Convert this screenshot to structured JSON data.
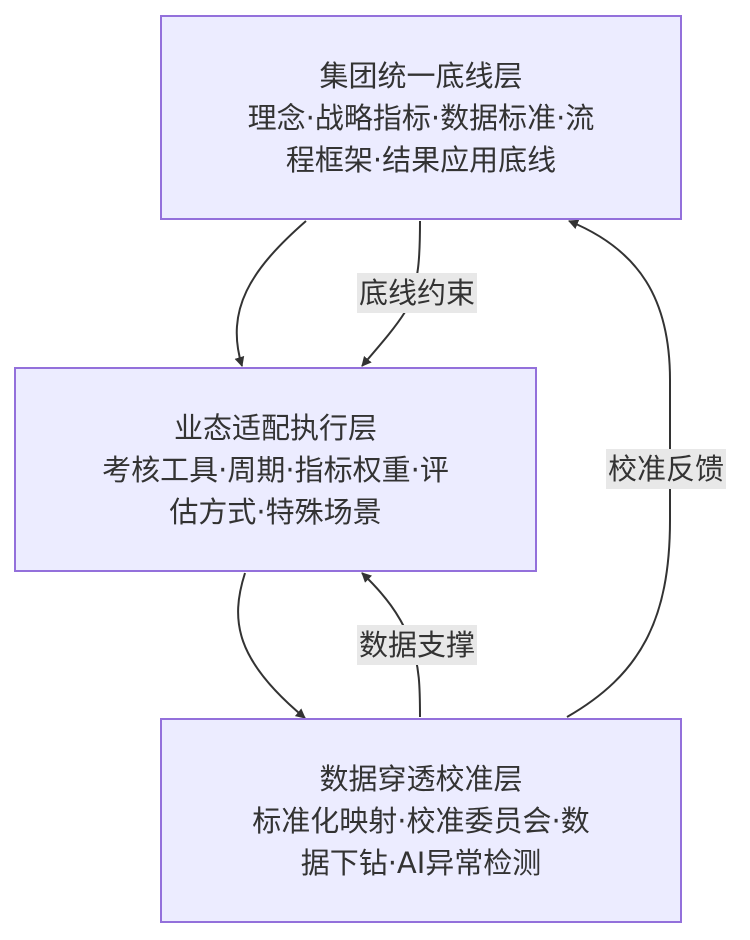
{
  "nodes": {
    "top": {
      "lines": [
        "集团统一底线层",
        "理念·战略指标·数据标准·流",
        "程框架·结果应用底线"
      ]
    },
    "middle": {
      "lines": [
        "业态适配执行层",
        "考核工具·周期·指标权重·评",
        "估方式·特殊场景"
      ]
    },
    "bottom": {
      "lines": [
        "数据穿透校准层",
        "标准化映射·校准委员会·数",
        "据下钻·AI异常检测"
      ]
    }
  },
  "edges": {
    "constraint_label": "底线约束",
    "support_label": "数据支撑",
    "feedback_label": "校准反馈"
  },
  "colors": {
    "node_fill": "#ececff",
    "node_border": "#9370db",
    "edge": "#333333",
    "label_bg": "#e8e8e8"
  }
}
